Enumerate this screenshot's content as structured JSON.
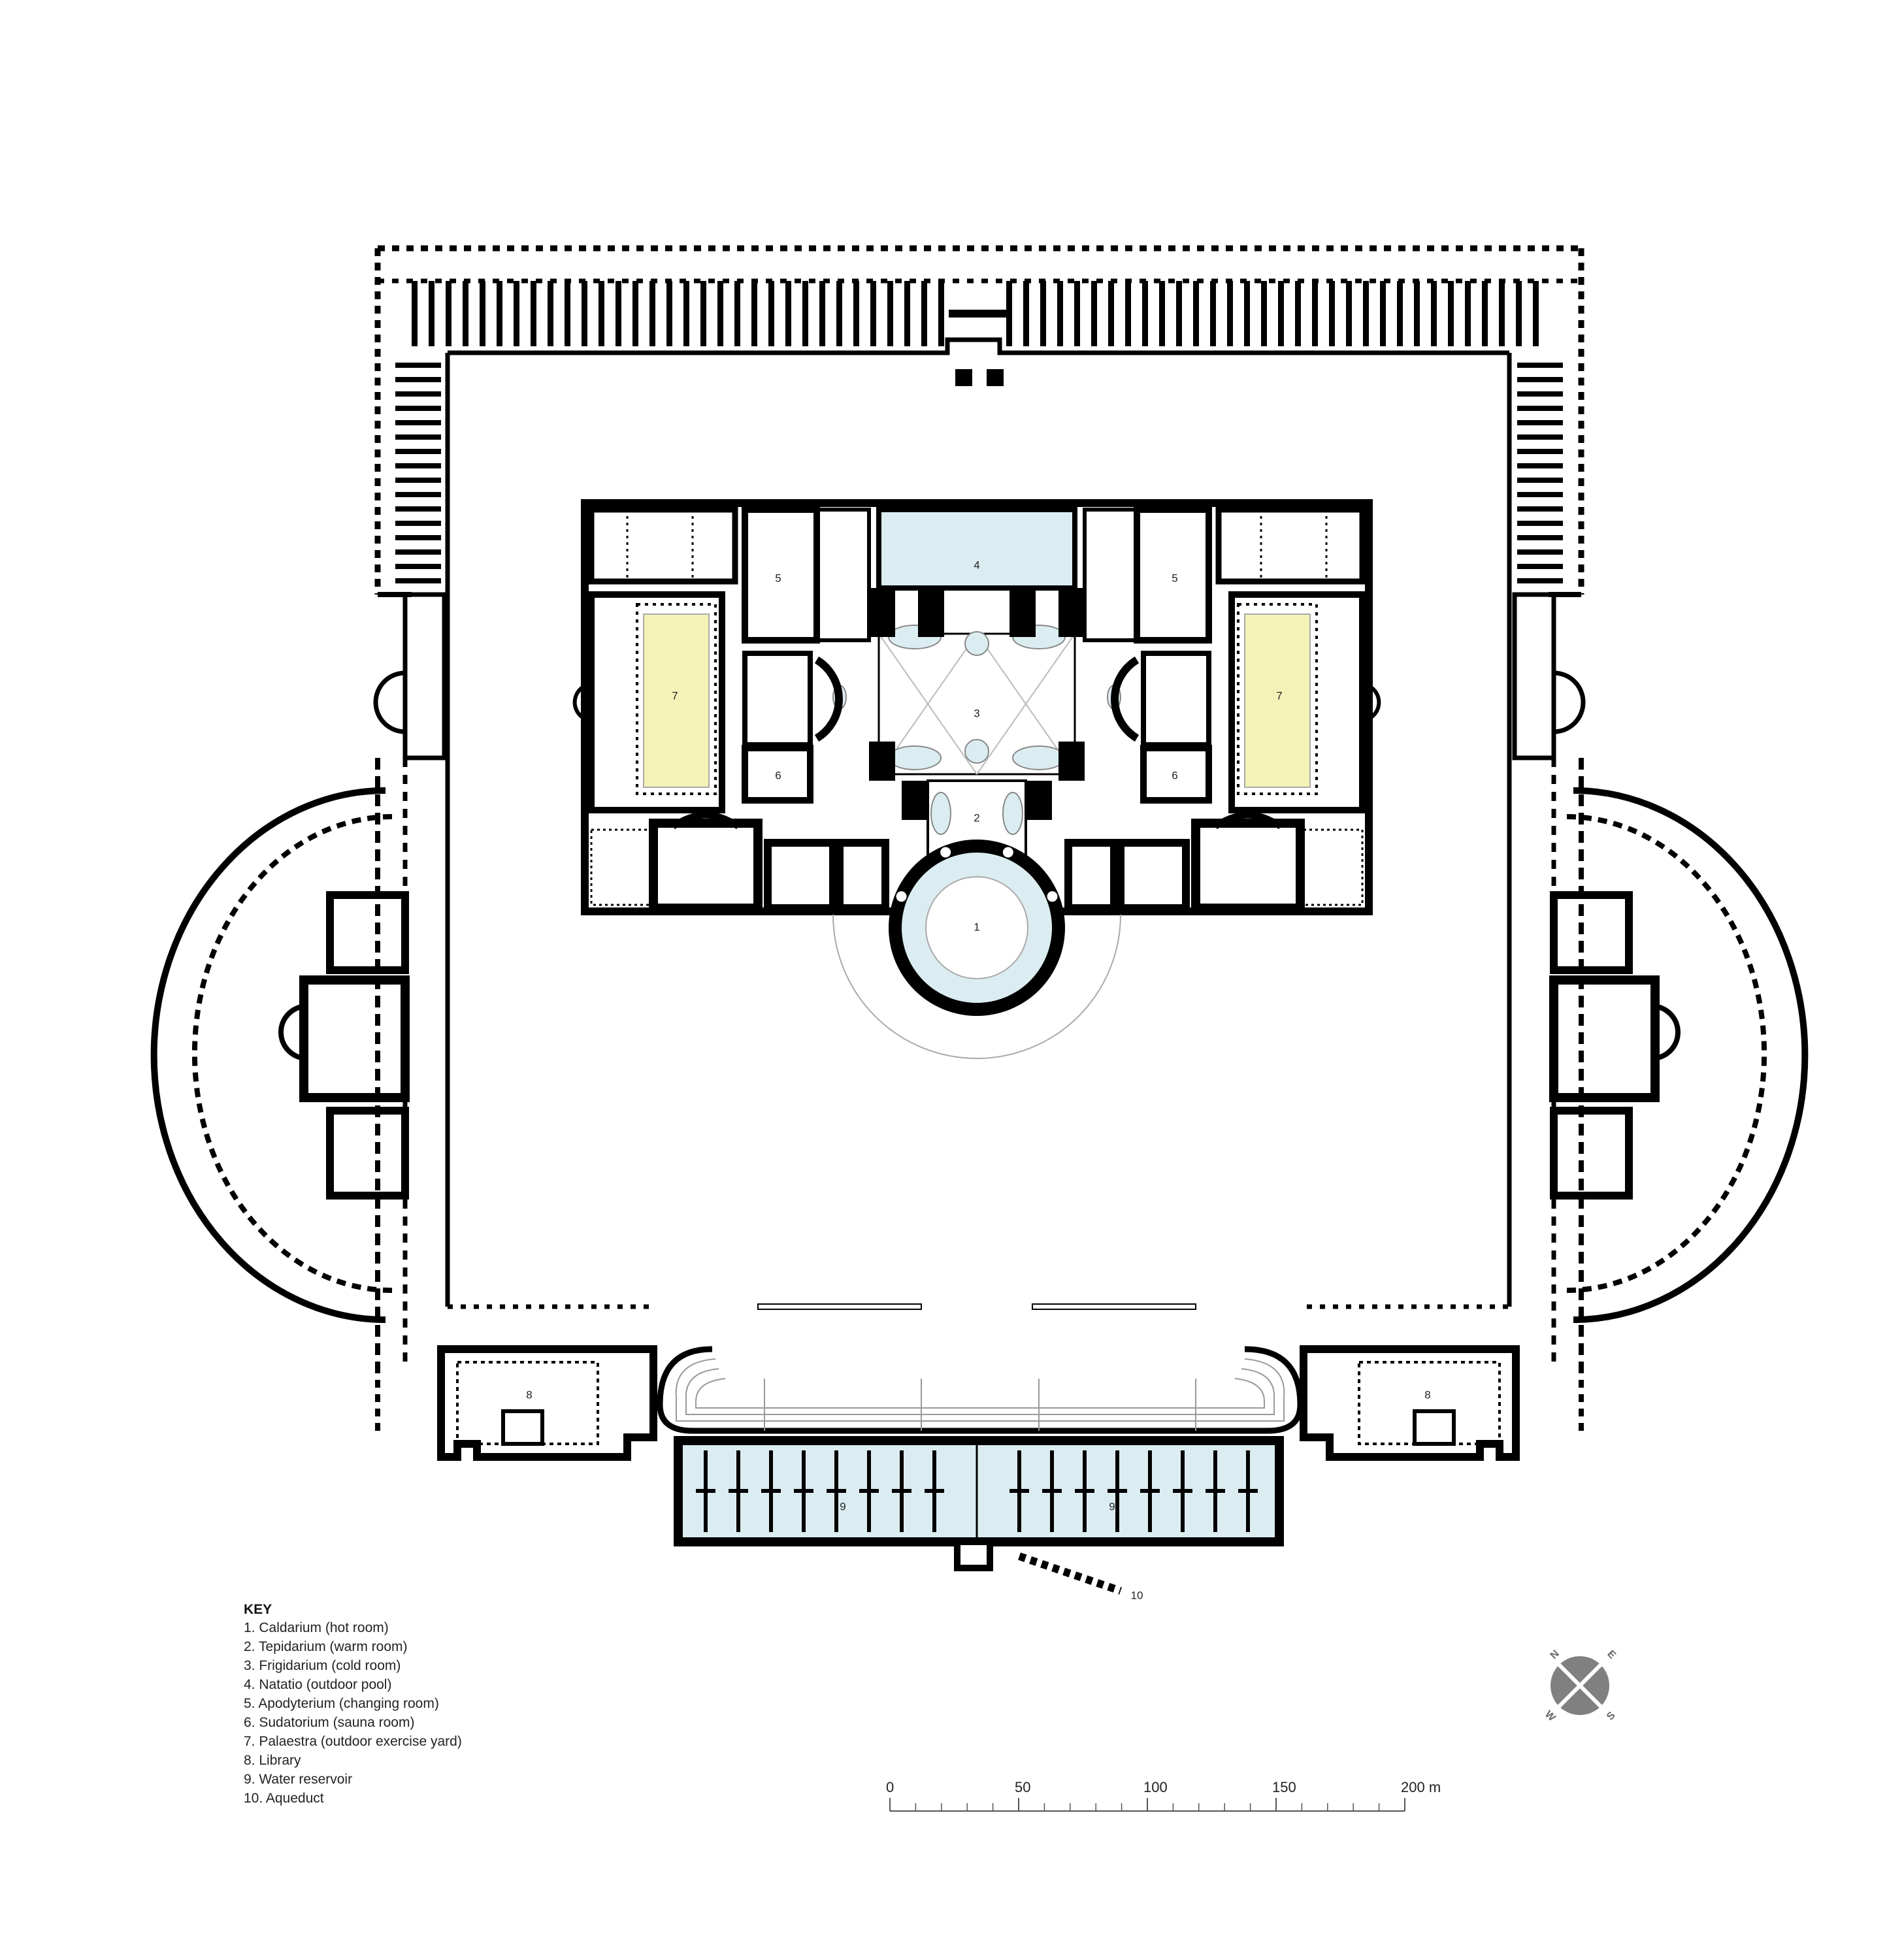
{
  "colors": {
    "wall": "#000000",
    "pool": "#dcedf2",
    "palaestra": "#f4f2b6",
    "reservoir": "#dcedf2",
    "compass": "#808080"
  },
  "rooms": {
    "caldarium": "1",
    "tepidarium": "2",
    "frigidarium": "3",
    "natatio": "4",
    "apodyterium_west": "5",
    "apodyterium_east": "5",
    "sudatorium_west": "6",
    "sudatorium_east": "6",
    "palaestra_west": "7",
    "palaestra_east": "7",
    "library_west": "8",
    "library_east": "8",
    "reservoir_west": "9",
    "reservoir_east": "9",
    "aqueduct": "10"
  },
  "key": {
    "title": "KEY",
    "items": [
      "1.   Caldarium  (hot room)",
      "2.   Tepidarium  (warm room)",
      "3.   Frigidarium  (cold room)",
      "4.   Natatio  (outdoor pool)",
      "5.   Apodyterium  (changing room)",
      "6.   Sudatorium  (sauna room)",
      "7.   Palaestra  (outdoor exercise yard)",
      "8.   Library",
      "9.   Water reservoir",
      "10. Aqueduct"
    ]
  },
  "scale_bar": {
    "labels": [
      "0",
      "50",
      "100",
      "150",
      "200 m"
    ]
  },
  "compass": {
    "icon": "compass-rose-icon",
    "n": "N",
    "e": "E",
    "s": "S",
    "w": "W"
  }
}
